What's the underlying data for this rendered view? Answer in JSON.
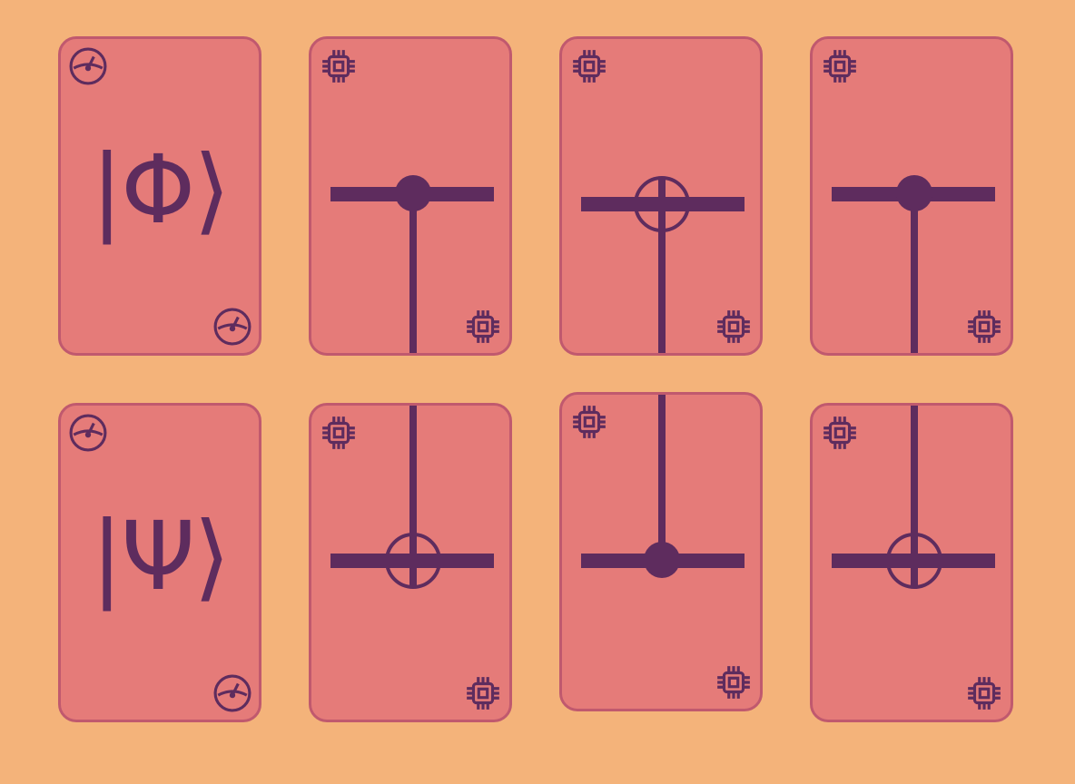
{
  "colors": {
    "background": "#f4b37a",
    "card_fill": "#e57b79",
    "card_border": "#c0596e",
    "ink": "#5e2c5e"
  },
  "cards": [
    {
      "kind": "state",
      "label": "|Φ⟩",
      "icon": "measurement-gauge-icon"
    },
    {
      "kind": "gate",
      "gate": "control",
      "wire": "down",
      "icon": "chip-icon"
    },
    {
      "kind": "gate",
      "gate": "target",
      "wire": "down",
      "icon": "chip-icon"
    },
    {
      "kind": "gate",
      "gate": "control",
      "wire": "down",
      "icon": "chip-icon"
    },
    {
      "kind": "state",
      "label": "|Ψ⟩",
      "icon": "measurement-gauge-icon"
    },
    {
      "kind": "gate",
      "gate": "target",
      "wire": "up",
      "icon": "chip-icon"
    },
    {
      "kind": "gate",
      "gate": "control",
      "wire": "up",
      "icon": "chip-icon",
      "raised": true
    },
    {
      "kind": "gate",
      "gate": "target",
      "wire": "up",
      "icon": "chip-icon"
    }
  ]
}
